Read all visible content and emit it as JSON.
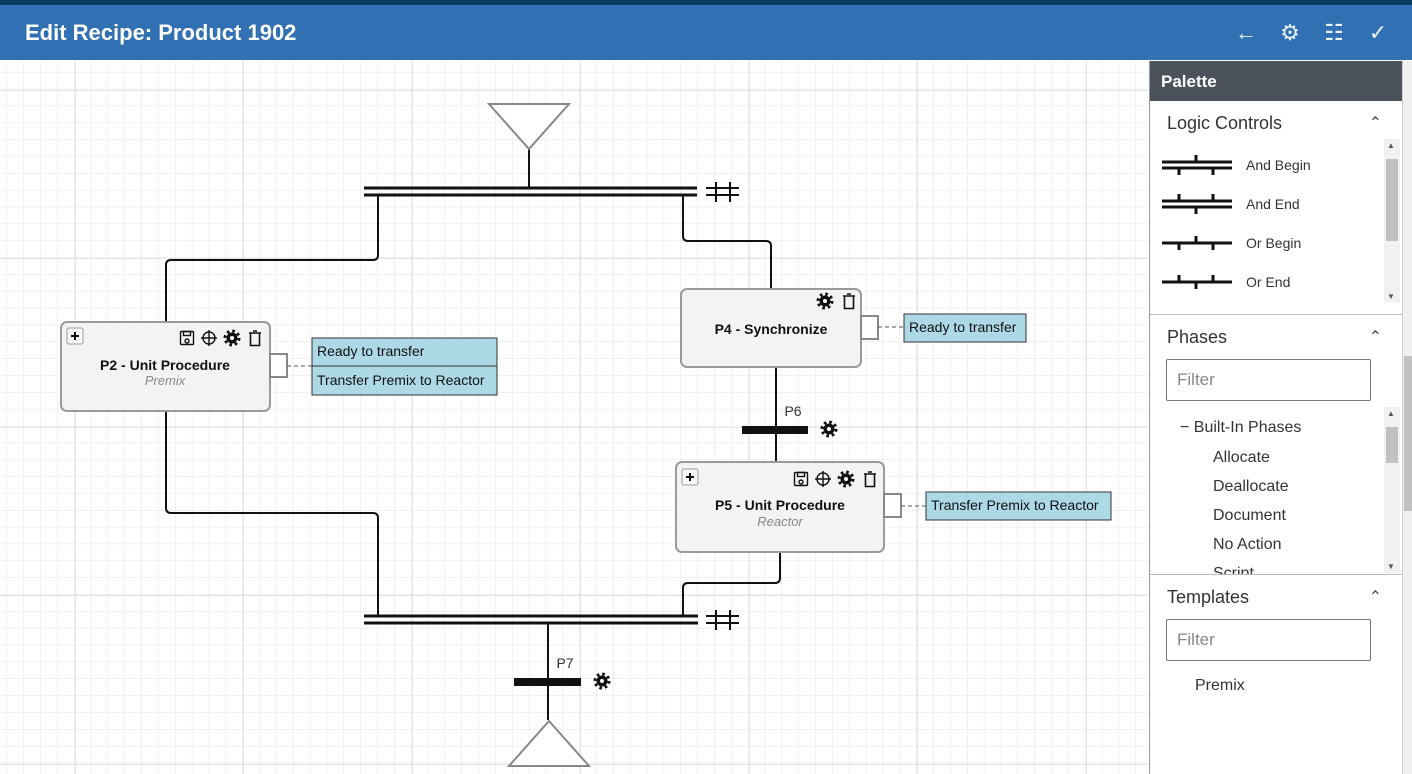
{
  "header": {
    "title": "Edit Recipe: Product 1902",
    "buttons": [
      {
        "name": "back",
        "icon": "arrow-left-icon",
        "glyph": "←"
      },
      {
        "name": "settings",
        "icon": "gear-icon",
        "glyph": "⚙"
      },
      {
        "name": "checklist",
        "icon": "checklist-icon",
        "glyph": "☷"
      },
      {
        "name": "confirm",
        "icon": "check-icon",
        "glyph": "✓"
      }
    ]
  },
  "diagram": {
    "nodes": [
      {
        "id": "P2",
        "title": "P2 - Unit Procedure",
        "subtitle": "Premix",
        "labels": [
          "Ready to transfer",
          "Transfer Premix to Reactor"
        ]
      },
      {
        "id": "P4",
        "title": "P4 - Synchronize",
        "labels": [
          "Ready to transfer"
        ]
      },
      {
        "id": "P5",
        "title": "P5 - Unit Procedure",
        "subtitle": "Reactor",
        "labels": [
          "Transfer Premix to Reactor"
        ]
      }
    ],
    "transitions": [
      {
        "label": "P6"
      },
      {
        "label": "P7"
      }
    ]
  },
  "palette": {
    "title": "Palette",
    "logic_controls": {
      "title": "Logic Controls",
      "items": [
        "And Begin",
        "And End",
        "Or Begin",
        "Or End"
      ]
    },
    "phases": {
      "title": "Phases",
      "filter_placeholder": "Filter",
      "group": "Built-In Phases",
      "items": [
        "Allocate",
        "Deallocate",
        "Document",
        "No Action",
        "Script"
      ]
    },
    "templates": {
      "title": "Templates",
      "filter_placeholder": "Filter",
      "items": [
        "Premix"
      ]
    }
  },
  "colors": {
    "header": "#3070b3",
    "label_fill": "#add8e6",
    "palette_header": "#4b525b"
  }
}
